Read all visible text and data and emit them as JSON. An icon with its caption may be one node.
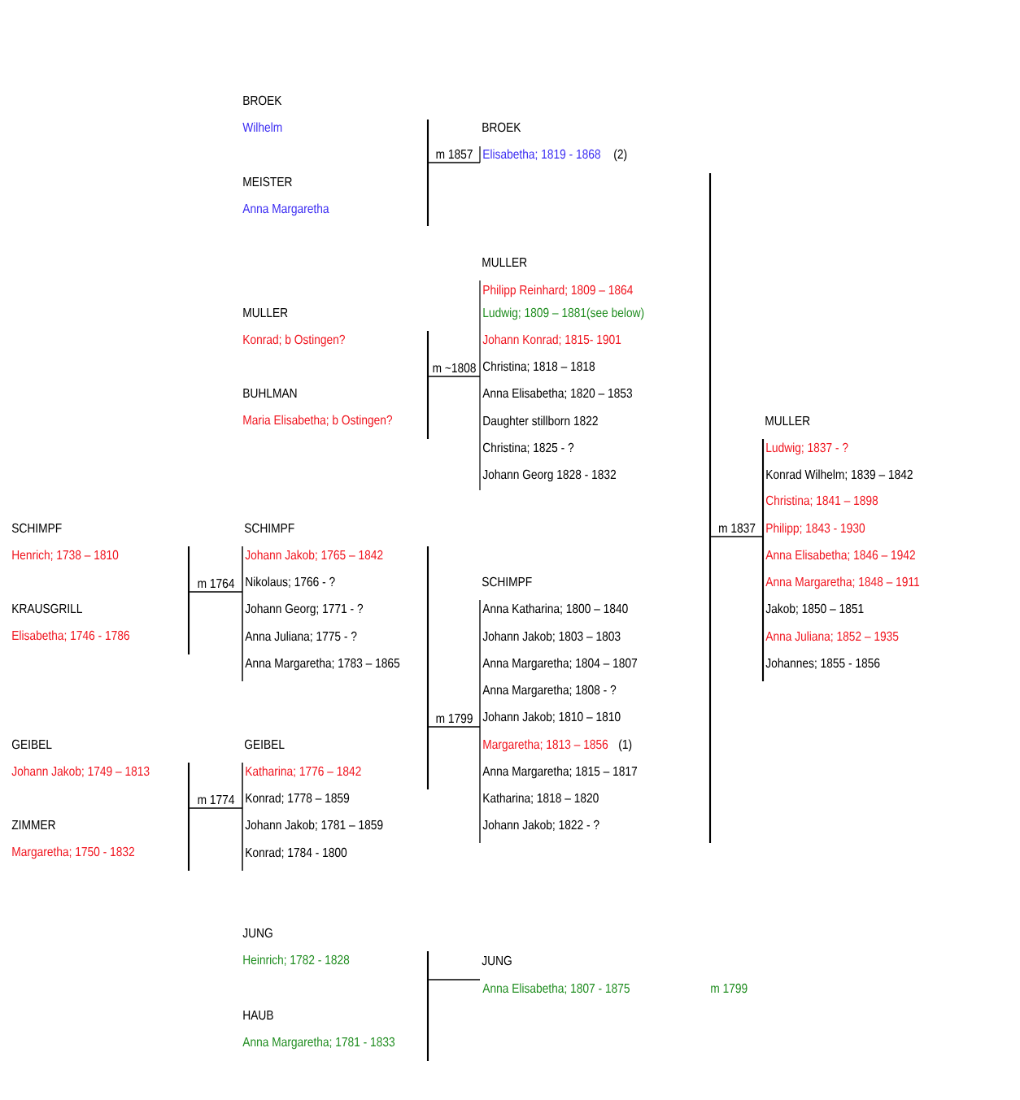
{
  "diagram": {
    "nodes": [
      {
        "text": [
          "BROEK",
          "Wilhelm"
        ]
      },
      {
        "text": [
          "MEISTER",
          "Anna Margaretha"
        ]
      },
      {
        "text": [],
        "shape": "bar"
      },
      {
        "text": [
          "BROEK",
          "Elisabetha; 1819 - 1868",
          "(2)"
        ]
      },
      {
        "text": [
          "MULLER",
          "Konrad; b Ostingen?"
        ]
      },
      {
        "text": [
          "BUHLMAN",
          "Maria Elisabetha; b Ostingen?"
        ]
      },
      {
        "text": [],
        "shape": "bar"
      },
      {
        "text": [
          "MULLER",
          "Philipp Reinhard; 1809 – 1864",
          "Ludwig; 1809 – 1881(see below)",
          "Johann Konrad; 1815- 1901",
          "Christina; 1818 – 1818",
          "Anna Elisabetha; 1820 – 1853",
          "Daughter stillborn 1822",
          "Christina; 1825 - ?",
          "Johann Georg 1828 - 1832"
        ]
      },
      {
        "text": [
          "SCHIMPF",
          "Henrich; 1738 – 1810"
        ]
      },
      {
        "text": [
          "KRAUSGRILL",
          "Elisabetha; 1746 - 1786"
        ]
      },
      {
        "text": [],
        "shape": "bar"
      },
      {
        "text": [
          "SCHIMPF",
          "Johann Jakob; 1765 – 1842",
          "Nikolaus; 1766 - ?",
          "Johann Georg; 1771 - ?",
          "Anna Juliana; 1775 - ?",
          "Anna Margaretha; 1783 – 1865"
        ]
      },
      {
        "text": [],
        "shape": "bar"
      },
      {
        "text": [
          "SCHIMPF",
          "Anna Katharina; 1800 – 1840",
          "Johann Jakob; 1803 – 1803",
          "Anna Margaretha; 1804 – 1807",
          "Anna Margaretha; 1808 - ?",
          "Johann Jakob; 1810 – 1810",
          "Margaretha; 1813 – 1856",
          "(1)",
          "Anna Margaretha; 1815 – 1817",
          "Katharina; 1818 – 1820",
          "Johann Jakob; 1822 - ?"
        ]
      },
      {
        "text": [
          "GEIBEL",
          "Johann Jakob; 1749 – 1813"
        ]
      },
      {
        "text": [
          "ZIMMER",
          "Margaretha; 1750 - 1832"
        ]
      },
      {
        "text": [],
        "shape": "bar"
      },
      {
        "text": [
          "GEIBEL",
          "Katharina; 1776 – 1842",
          "Konrad; 1778 – 1859",
          "Johann Jakob; 1781 – 1859",
          "Konrad; 1784 - 1800"
        ]
      },
      {
        "text": [],
        "shape": "bar"
      },
      {
        "text": [
          "MULLER",
          "Ludwig; 1837 - ?",
          "Konrad Wilhelm; 1839 – 1842",
          "Christina; 1841 – 1898",
          "Philipp; 1843 - 1930",
          "Anna Elisabetha; 1846 – 1942",
          "Anna Margaretha; 1848 – 1911",
          "Jakob; 1850 – 1851",
          "Anna Juliana; 1852 – 1935",
          "Johannes; 1855 - 1856"
        ]
      },
      {
        "text": [
          "JUNG",
          "Heinrich; 1782 - 1828"
        ]
      },
      {
        "text": [
          "HAUB",
          "Anna Margaretha; 1781 - 1833"
        ]
      },
      {
        "text": [],
        "shape": "bar"
      },
      {
        "text": [
          "JUNG",
          "Anna Elisabetha; 1807 - 1875"
        ]
      }
    ],
    "edges": [
      {
        "from": 2,
        "to": 3,
        "arrow": "none",
        "label": "m 1857"
      },
      {
        "from": 6,
        "to": 7,
        "arrow": "none",
        "label": "m ~1808"
      },
      {
        "from": 10,
        "to": 11,
        "arrow": "none",
        "label": "m 1764"
      },
      {
        "from": 12,
        "to": 13,
        "arrow": "none",
        "label": "m 1799"
      },
      {
        "from": 16,
        "to": 17,
        "arrow": "none",
        "label": "m 1774"
      },
      {
        "from": 18,
        "to": 19,
        "arrow": "none",
        "label": "m 1837"
      },
      {
        "from": 22,
        "to": 23,
        "arrow": "none"
      }
    ],
    "labels": [
      "m 1799"
    ]
  }
}
